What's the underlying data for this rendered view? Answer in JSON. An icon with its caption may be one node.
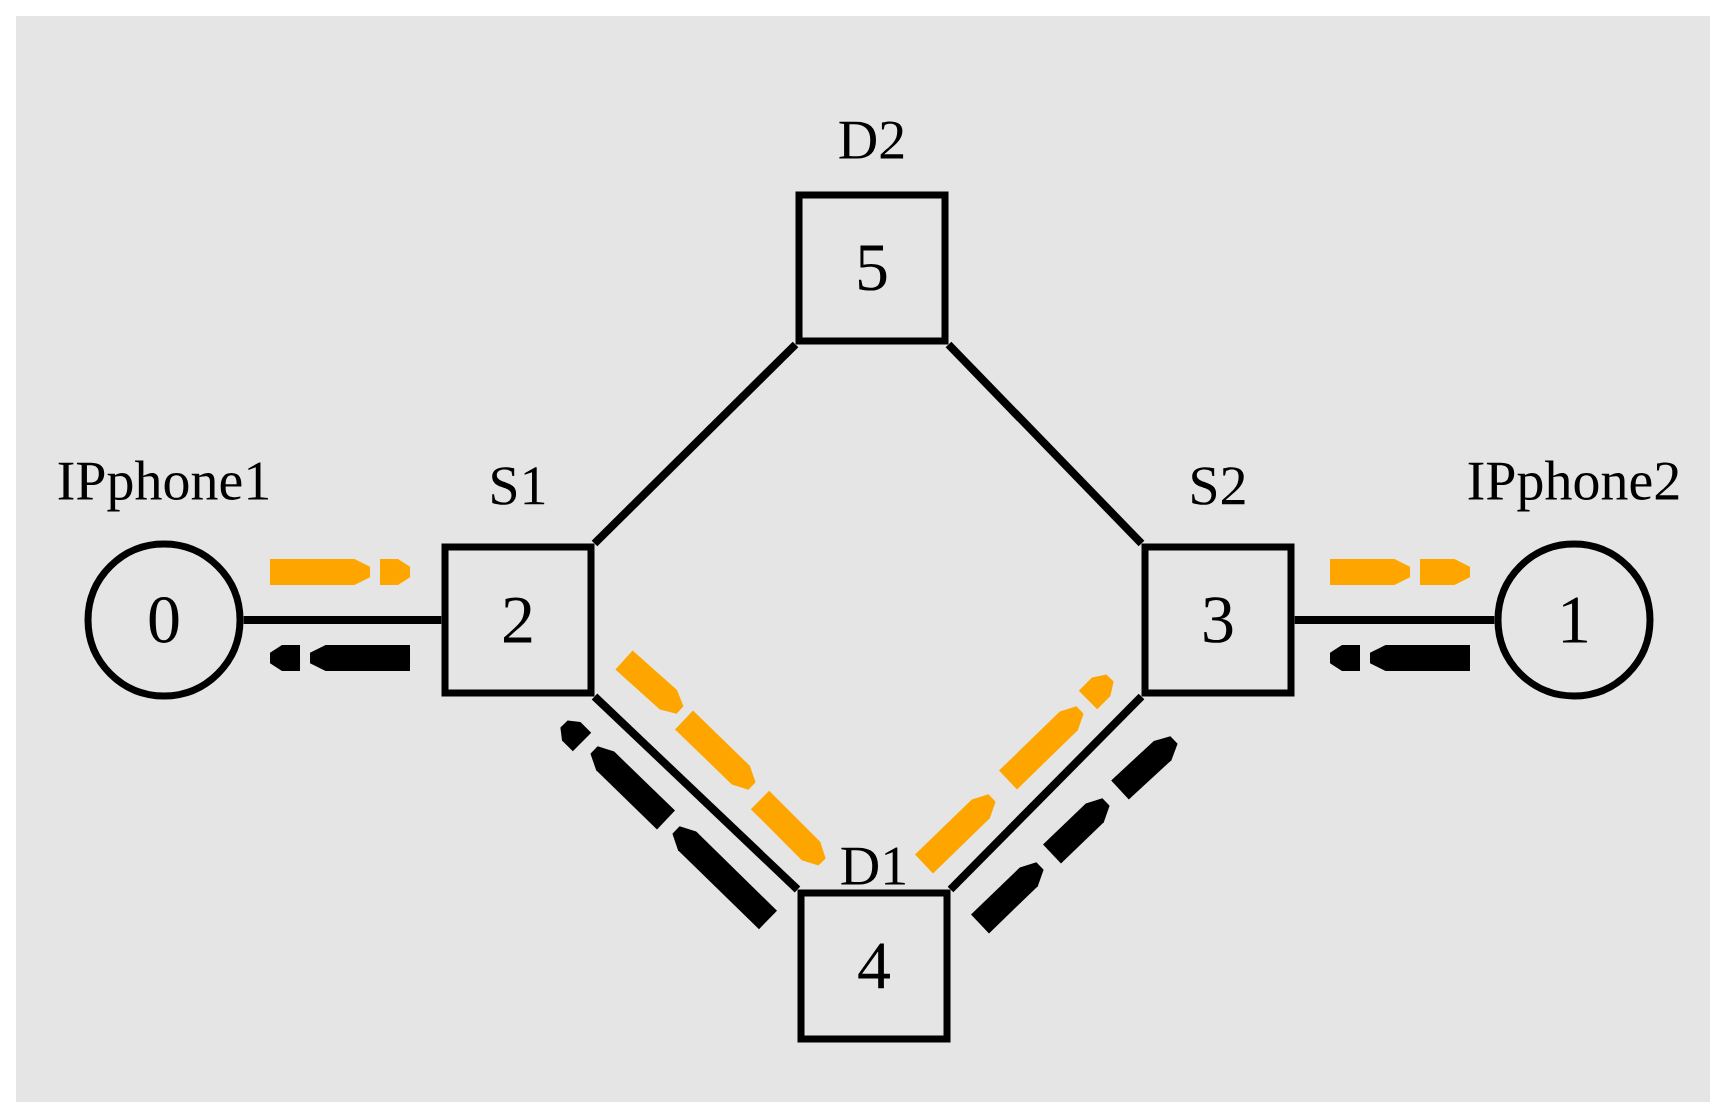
{
  "diagram": {
    "nodes": [
      {
        "text": [
          "0"
        ],
        "beside": [
          "IPphone1"
        ]
      },
      {
        "text": [
          "1"
        ],
        "beside": [
          "IPphone2"
        ]
      },
      {
        "text": [
          "2"
        ],
        "beside": [
          "S1"
        ]
      },
      {
        "text": [
          "3"
        ],
        "beside": [
          "S2"
        ]
      },
      {
        "text": [
          "4"
        ],
        "beside": [
          "D1"
        ]
      },
      {
        "text": [
          "5"
        ],
        "beside": [
          "D2"
        ]
      }
    ],
    "edges": [
      {
        "from": 0,
        "to": 2,
        "arrow": "none"
      },
      {
        "from": 2,
        "to": 5,
        "arrow": "none"
      },
      {
        "from": 5,
        "to": 3,
        "arrow": "none"
      },
      {
        "from": 2,
        "to": 4,
        "arrow": "none"
      },
      {
        "from": 4,
        "to": 3,
        "arrow": "none"
      },
      {
        "from": 3,
        "to": 1,
        "arrow": "none"
      }
    ]
  }
}
